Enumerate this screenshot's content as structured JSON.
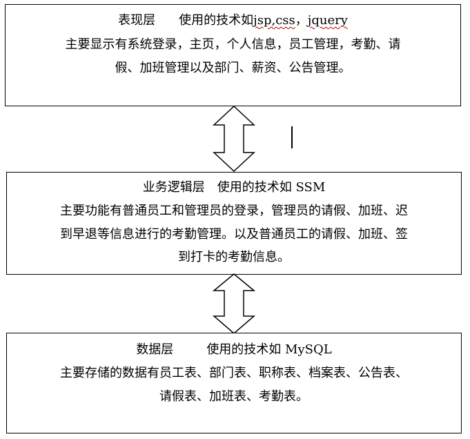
{
  "layers": [
    {
      "name": "表现层",
      "tech_prefix": "使用的技术如 ",
      "tech_items": [
        "jsp,css",
        "，",
        "jquery"
      ],
      "lines": [
        "主要显示有系统登录，主页，个人信息，员工管理，考勤、请",
        "假、加班管理以及部门、薪资、公告管理。"
      ]
    },
    {
      "name": "业务逻辑层",
      "tech_prefix": "使用的技术如 SSM",
      "lines": [
        "主要功能有普通员工和管理员的登录，管理员的请假、加班、迟",
        "到早退等信息进行的考勤管理。以及普通员工的请假、加班、签",
        "到打卡的考勤信息。"
      ]
    },
    {
      "name": "数据层",
      "tech_prefix": "使用的技术如 MySQL",
      "lines": [
        "主要存储的数据有员工表、部门表、职称表、档案表、公告表、",
        "请假表、加班表、考勤表。"
      ]
    }
  ]
}
